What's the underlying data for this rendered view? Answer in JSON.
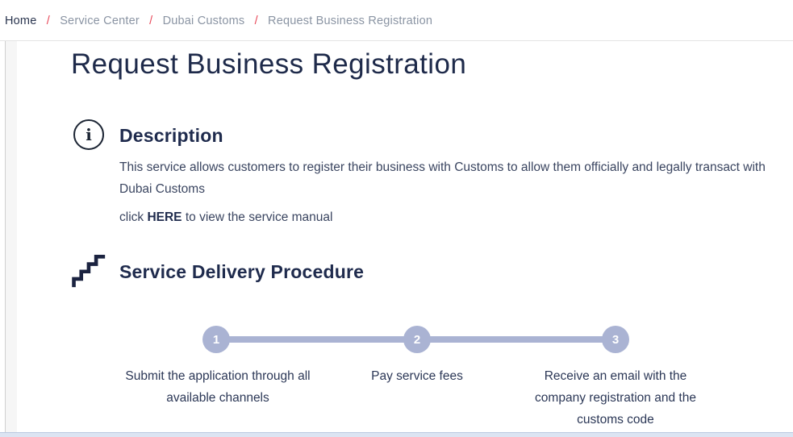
{
  "breadcrumb": {
    "separator": "/",
    "items": [
      {
        "label": "Home"
      },
      {
        "label": "Service Center"
      },
      {
        "label": "Dubai Customs"
      },
      {
        "label": "Request Business Registration"
      }
    ]
  },
  "page": {
    "title": "Request Business Registration"
  },
  "description": {
    "icon": "info-icon",
    "icon_glyph": "i",
    "heading": "Description",
    "body": "This service allows customers to register their business with Customs to allow them officially and legally transact with Dubai Customs",
    "manual_line": {
      "prefix": "click ",
      "link": "HERE",
      "suffix": " to view the service manual"
    }
  },
  "procedure": {
    "icon": "stairs-icon",
    "heading": "Service Delivery Procedure",
    "steps": [
      {
        "number": "1",
        "label": "Submit the application through all available channels"
      },
      {
        "number": "2",
        "label": "Pay service fees"
      },
      {
        "number": "3",
        "label": "Receive an email with the company registration and the customs code"
      }
    ]
  },
  "colors": {
    "heading_text": "#1f2b4d",
    "body_text": "#3a4560",
    "breadcrumb_active": "#29344e",
    "breadcrumb_muted": "#8a94a3",
    "breadcrumb_separator": "#e8495a",
    "step_circle": "#aab3d3",
    "divider": "#e3e3e3",
    "bottom_bar": "#dce4f2"
  }
}
